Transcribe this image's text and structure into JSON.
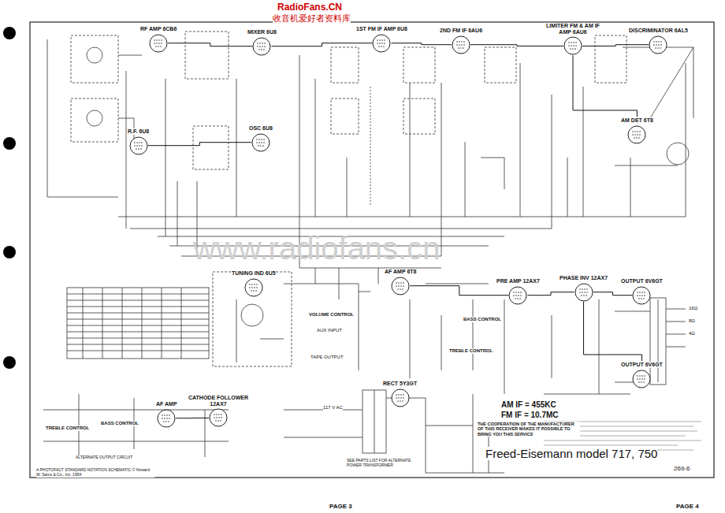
{
  "diagram": {
    "title": "Freed-Eisemann model 717, 750",
    "nodes": [
      {
        "text": [
          "RF AMP 6CB6"
        ]
      },
      {
        "text": [
          "MIXER 6U8"
        ]
      },
      {
        "text": [
          "1ST FM IF AMP 6U8"
        ]
      },
      {
        "text": [
          "2ND FM IF 6AU6"
        ]
      },
      {
        "text": [
          "LIMITER FM & AM IF AMP 6AU6"
        ]
      },
      {
        "text": [
          "DISCRIMINATOR 6AL5"
        ]
      },
      {
        "text": [
          "R.F. 6U8"
        ]
      },
      {
        "text": [
          "OSC 6U8"
        ]
      },
      {
        "text": [
          "AM DET 6T8"
        ]
      },
      {
        "text": [
          "TUNING IND 6U5"
        ]
      },
      {
        "text": [
          "AF AMP 6T8"
        ]
      },
      {
        "text": [
          "PRE AMP 12AX7"
        ]
      },
      {
        "text": [
          "PHASE INV 12AX7"
        ]
      },
      {
        "text": [
          "OUTPUT 6V6GT"
        ]
      },
      {
        "text": [
          "OUTPUT 6V6GT"
        ]
      },
      {
        "text": [
          "RECT 5Y3GT"
        ]
      },
      {
        "text": [
          "AF AMP"
        ]
      },
      {
        "text": [
          "CATHODE FOLLOWER 12AX7"
        ]
      }
    ],
    "edges": [
      {
        "from": 0,
        "to": 1,
        "arrow": "none"
      },
      {
        "from": 1,
        "to": 2,
        "arrow": "none"
      },
      {
        "from": 2,
        "to": 3,
        "arrow": "none"
      },
      {
        "from": 3,
        "to": 4,
        "arrow": "none"
      },
      {
        "from": 4,
        "to": 5,
        "arrow": "none"
      },
      {
        "from": 6,
        "to": 7,
        "arrow": "none"
      },
      {
        "from": 4,
        "to": 8,
        "arrow": "none"
      },
      {
        "from": 10,
        "to": 11,
        "arrow": "none"
      },
      {
        "from": 11,
        "to": 12,
        "arrow": "none"
      },
      {
        "from": 12,
        "to": 13,
        "arrow": "none"
      },
      {
        "from": 12,
        "to": 14,
        "arrow": "none"
      },
      {
        "from": 16,
        "to": 17,
        "arrow": "none"
      }
    ],
    "labels": [
      "RadioFans.CN",
      "收音机爱好者资料库",
      "www.radiofans.cn",
      "AM IF = 455KC",
      "FM IF = 10.7MC",
      "THE COOPERATION OF THE MANUFACTURER OF THIS RECEIVER MAKES IT POSSIBLE TO BRING YOU THIS SERVICE",
      "269-6",
      "PAGE 3",
      "PAGE 4",
      "A PHOTOFACT STANDARD NOTATION SCHEMATIC © Howard W. Sams & Co., Inc. 1954",
      "VOLUME CONTROL",
      "BASS CONTROL",
      "TREBLE CONTROL",
      "TAPE OUTPUT",
      "AUX INPUT",
      "TREBLE CONTROL",
      "BASS CONTROL",
      "ALTERNATE OUTPUT CIRCUIT",
      "117 V AC",
      "SEE PARTS LIST FOR ALTERNATE POWER TRANSFORMER",
      "16Ω",
      "8Ω",
      "4Ω"
    ]
  }
}
